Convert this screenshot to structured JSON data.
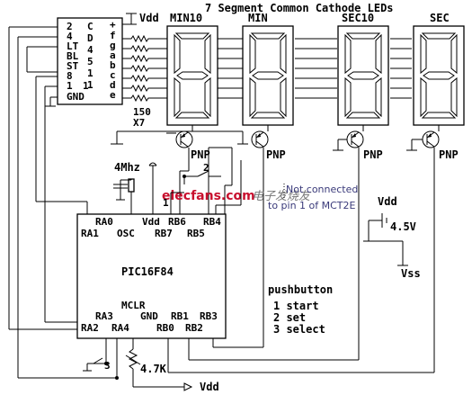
{
  "title": "7 Segment Common Cathode LEDs",
  "displays": [
    {
      "label": "MIN10"
    },
    {
      "label": "MIN"
    },
    {
      "label": "SEC10"
    },
    {
      "label": "SEC"
    }
  ],
  "transistor_label": "PNP",
  "decoder": {
    "left_pins": [
      "2",
      "4",
      "LT",
      "BL",
      "ST",
      "8",
      "1",
      "1",
      "GND"
    ],
    "right_pins": [
      "+",
      "f",
      "g",
      "a",
      "b",
      "c",
      "d",
      "e"
    ],
    "middle_text": [
      "C",
      "D",
      "4",
      "5",
      "1",
      "1"
    ],
    "part_line1": "150",
    "part_line2": "X7"
  },
  "vdd_label": "Vdd",
  "crystal_label": "4Mhz",
  "mcu": {
    "name": "PIC16F84",
    "top_row1": [
      "RA0",
      "Vdd",
      "RB6",
      "RB4"
    ],
    "top_row2": [
      "RA1",
      "OSC",
      "RB7",
      "RB5"
    ],
    "bottom_row1": [
      "MCLR"
    ],
    "bottom_row2": [
      "RA3",
      "GND",
      "RB1",
      "RB3"
    ],
    "bottom_row3": [
      "RA2",
      "RA4",
      "RB0",
      "RB2"
    ]
  },
  "not_connected_note": [
    "Not connected",
    "to pin 1 of MCT2E"
  ],
  "watermark": {
    "text": "elecfans.com",
    "cn": "电子发烧友"
  },
  "battery": {
    "voltage": "4.5V",
    "vdd": "Vdd",
    "vss": "Vss"
  },
  "pushbutton": {
    "title": "pushbutton",
    "items": [
      "1 start",
      "2 set",
      "3 select"
    ]
  },
  "switch_numbers": [
    "1",
    "2",
    "3"
  ],
  "resistor_label": "4.7K",
  "bottom_vdd": "Vdd"
}
